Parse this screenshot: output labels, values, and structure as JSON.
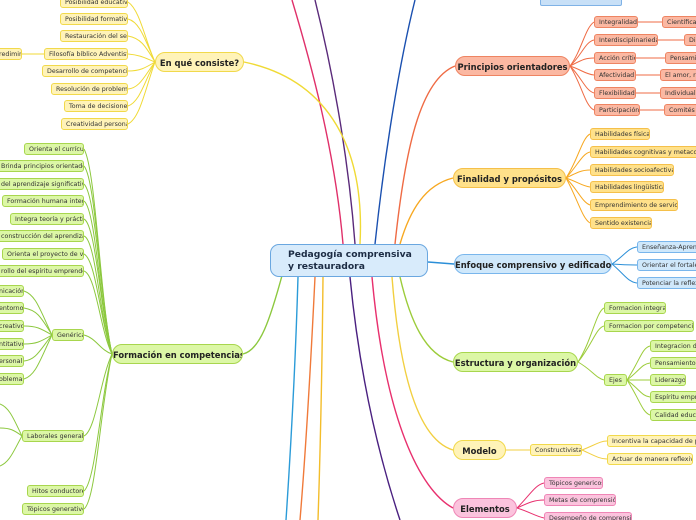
{
  "center": {
    "line1": "Pedagogía comprensiva",
    "line2": "y restauradora"
  },
  "branches": {
    "que_consiste": "En qué consiste?",
    "principios": "Principios orientadores",
    "finalidad": "Finalidad y propósitos",
    "enfoque": "Enfoque comprensivo y edificador",
    "estructura": "Estructura y organización",
    "modelo": "Modelo",
    "elementos": "Elementos",
    "formacion": "Formación en competencias"
  },
  "que_consiste": {
    "items": [
      "Posibilidad educativa",
      "Posibilidad formativa",
      "Restauración del ser",
      "Filosofía bíblico Adventista",
      "Desarrollo de competencias",
      "Resolución de problemas",
      "Toma de decisiones",
      "Creatividad personal"
    ],
    "far_left": "redimir"
  },
  "principios": {
    "items": [
      "Integralidad",
      "Interdisciplinariedad",
      "Acción crítica",
      "Afectividad",
      "Flexibilidad",
      "Participación"
    ],
    "details": [
      "Científica,",
      "Di",
      "Pensamie",
      "El amor, res",
      "Individualiz",
      "Comités c"
    ]
  },
  "finalidad": {
    "items": [
      "Habilidades físicas",
      "Habilidades cognitivas y metacognitivas",
      "Habilidades socioafectivas",
      "Habilidades lingüísticas",
      "Emprendimiento de servicio",
      "Sentido existencial"
    ]
  },
  "enfoque": {
    "items": [
      "Enseñanza-Aprendizaje",
      "Orientar el fortalecimiento",
      "Potenciar la reflexión"
    ]
  },
  "estructura": {
    "items": [
      "Formacion integral",
      "Formacion por competencias"
    ],
    "ejes_label": "Ejes",
    "ejes": [
      "Integracion de",
      "Pensamiento c",
      "Liderazgo",
      "Espíritu empre",
      "Calidad educat"
    ]
  },
  "modelo": {
    "child": "Constructivista",
    "items": [
      "Incentiva la capacidad de pensar",
      "Actuar de manera reflexiva"
    ]
  },
  "elementos": {
    "items": [
      "Tópicos genericos",
      "Metas de comprensión",
      "Desempeño de comprensión"
    ]
  },
  "formacion": {
    "direct": [
      "Orienta el currículo",
      "Brinda principios orientadores",
      "del aprendizaje significativo",
      "Formación humana integral",
      "Integra teoría y práctica",
      "construcción del aprendizaje",
      "Orienta el proyecto de vida",
      "rollo del espíritu emprendedor"
    ],
    "generica_label": "Genérica",
    "generica": [
      "nicación",
      "entorno",
      "creativo",
      "ntitativo",
      "ersonal",
      "oblemas"
    ],
    "laborales_label": "Laborales generales",
    "bottom": [
      "Hitos conductores",
      "Tópicos generativos"
    ]
  }
}
